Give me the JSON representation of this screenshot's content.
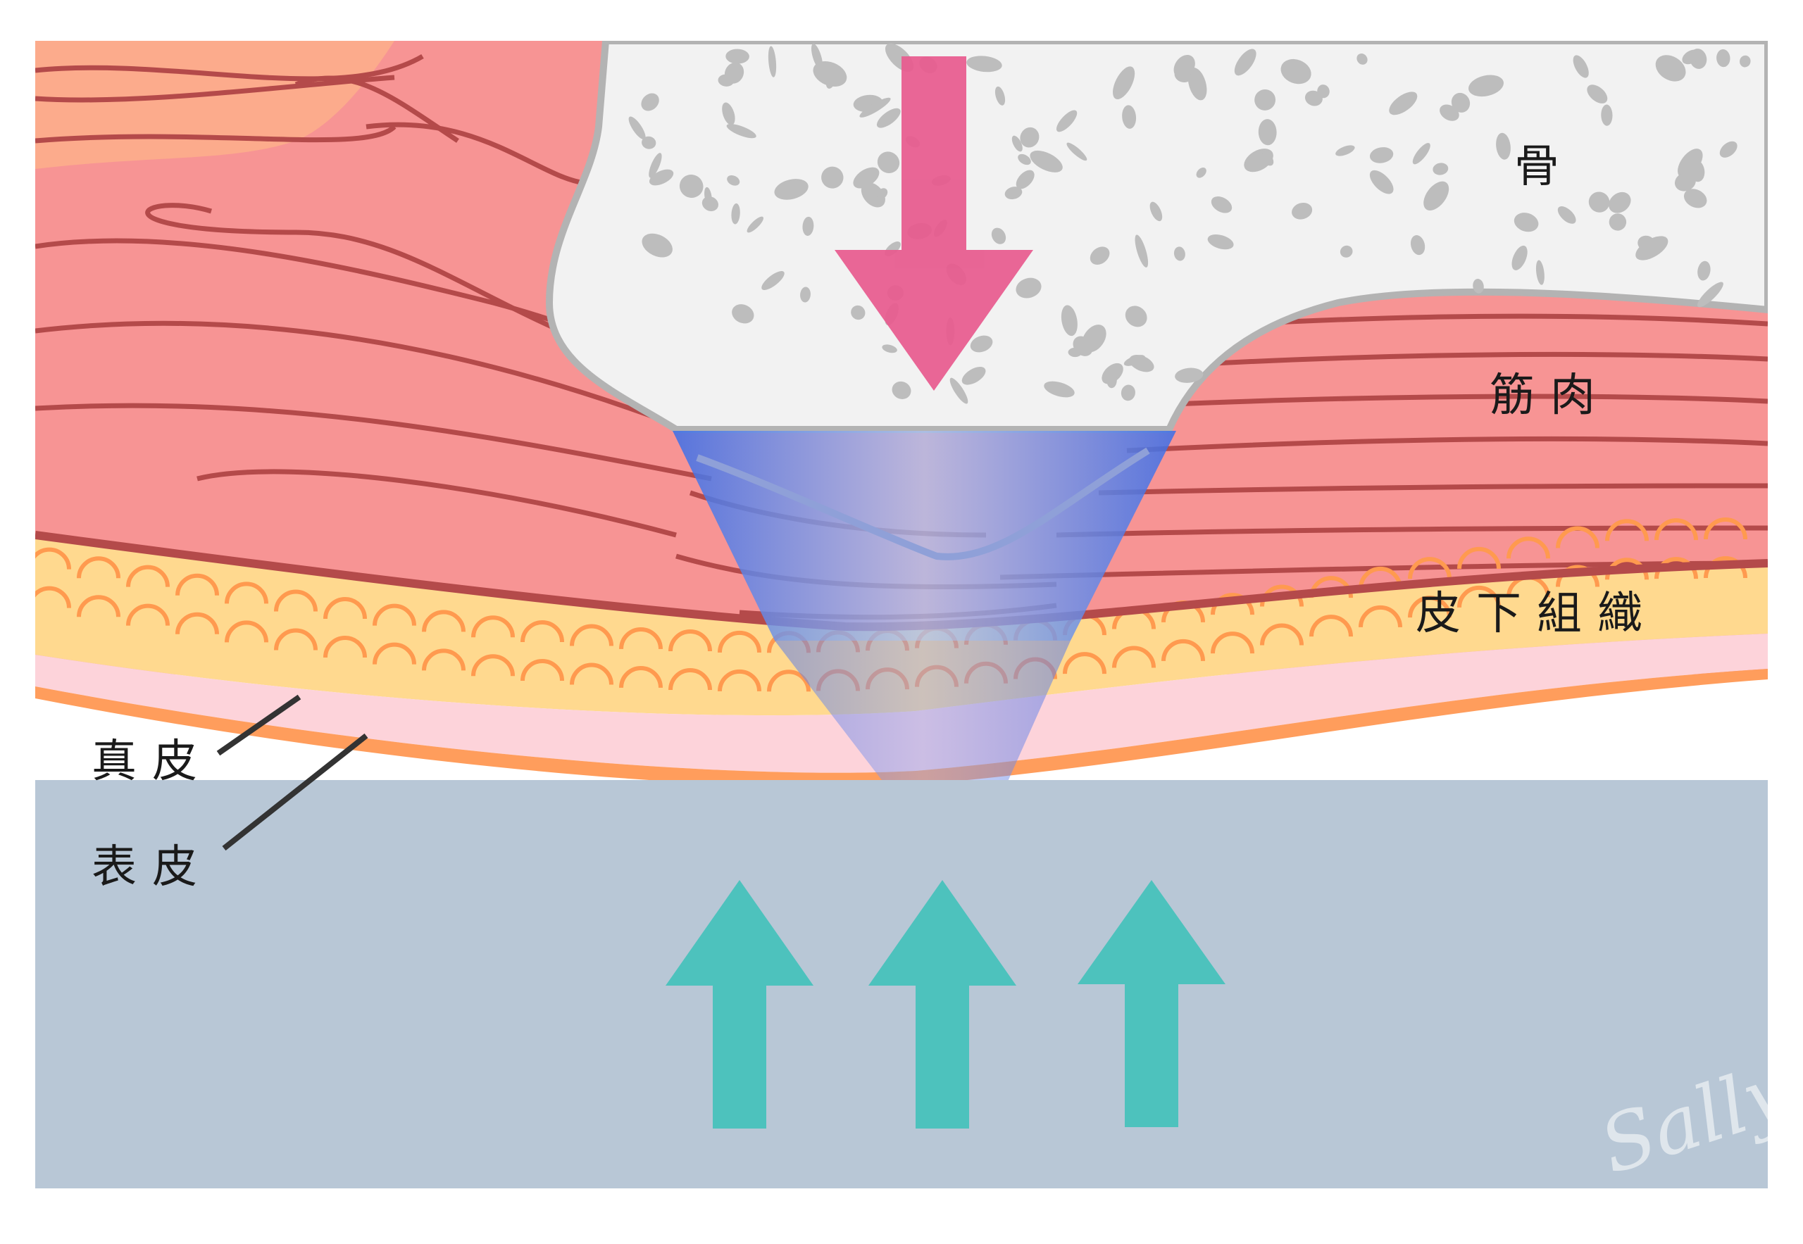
{
  "labels": {
    "bone": "骨",
    "muscle": "筋肉",
    "subcutaneous": "皮下組織",
    "dermis": "真皮",
    "epidermis": "表皮"
  },
  "watermark": "Sally",
  "colors": {
    "background": "#ffffff",
    "muscle": "#f79494",
    "muscle_stroke": "#b44a4a",
    "tendon": "#fcab8c",
    "bone": "#f2f2f2",
    "bone_pore": "#bdbdbd",
    "bone_outline": "#b3b3b3",
    "fat": "#ffd98f",
    "fat_cell": "#ff9a4f",
    "dermis": "#fdd3da",
    "epidermis": "#ff9d5c",
    "surface": "#b8c7d6",
    "pressure_arrow": "#e85a8e",
    "reaction_arrow": "#4dc2bd",
    "compression_zone": "#4a7ae6"
  },
  "icons": {
    "pressure": "down-arrow-icon",
    "reaction": "up-arrow-icon"
  }
}
